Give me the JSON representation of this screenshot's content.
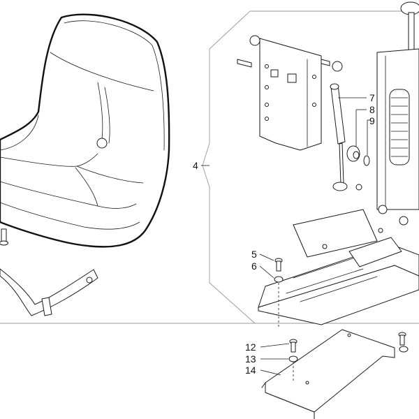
{
  "callouts": {
    "c4": "4",
    "c5": "5",
    "c6": "6",
    "c7": "7",
    "c8": "8",
    "c9": "9",
    "c12": "12",
    "c13": "13",
    "c14": "14"
  },
  "colors": {
    "line": "#1a1a1a",
    "frame": "#9a9a9a",
    "background": "#ffffff"
  }
}
